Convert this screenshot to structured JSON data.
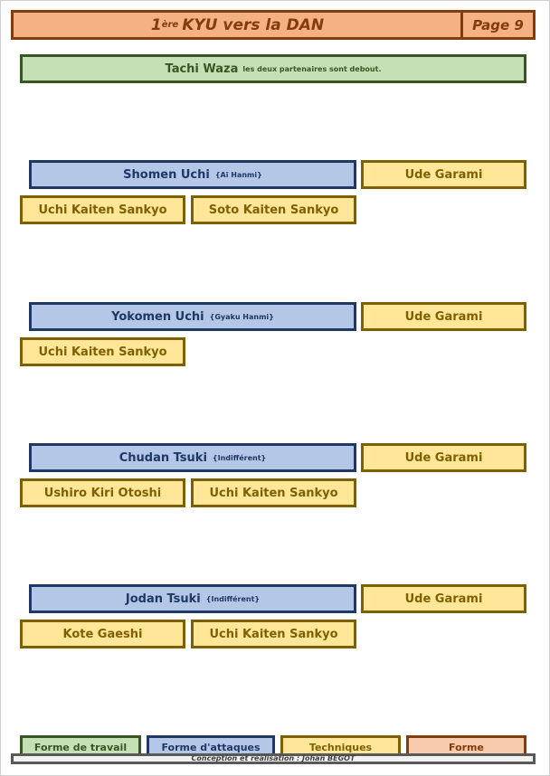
{
  "header": {
    "title_pre": "1",
    "title_sup": "ère",
    "title_main": "KYU vers la DAN",
    "page": "Page 9"
  },
  "category": {
    "name": "Tachi Waza",
    "note": "les deux partenaires sont debout."
  },
  "groups": [
    {
      "attack": "Shomen Uchi",
      "stance": "{Aï Hanmi}",
      "techniques": [
        "Ude Garami",
        "Uchi Kaiten Sankyo",
        "Soto Kaiten Sankyo"
      ]
    },
    {
      "attack": "Yokomen Uchi",
      "stance": "{Gyaku Hanmi}",
      "techniques": [
        "Ude Garami",
        "Uchi Kaiten Sankyo"
      ]
    },
    {
      "attack": "Chudan Tsuki",
      "stance": "{Indifférent}",
      "techniques": [
        "Ude Garami",
        "Ushiro Kiri Otoshi",
        "Uchi Kaiten Sankyo"
      ]
    },
    {
      "attack": "Jodan Tsuki",
      "stance": "{Indifférent}",
      "techniques": [
        "Ude Garami",
        "Kote Gaeshi",
        "Uchi Kaiten Sankyo"
      ]
    }
  ],
  "legend": {
    "work": "Forme de travail",
    "attacks": "Forme d'attaques",
    "techniques": "Techniques",
    "form": "Forme"
  },
  "footer": "Conception et réalisation : Johan BÉGOT",
  "colors": {
    "header": "#f4b183",
    "category": "#c5e0b4",
    "attack": "#b4c7e7",
    "technique": "#ffe699"
  }
}
